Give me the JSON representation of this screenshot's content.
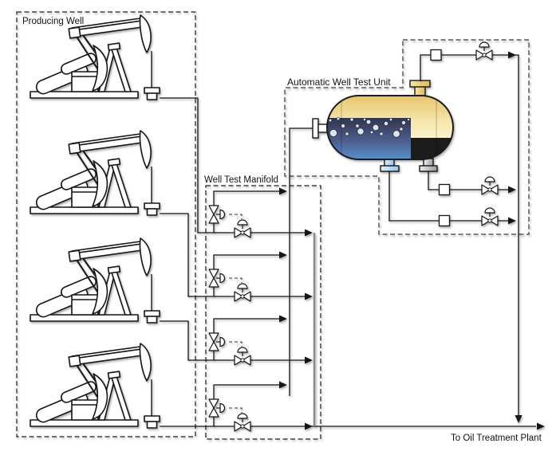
{
  "labels": {
    "producing_well": "Producing Well",
    "well_test_manifold": "Well Test Manifold",
    "automatic_well_test_unit": "Automatic Well Test Unit",
    "to_oil_treatment_plant": "To Oil Treatment Plant"
  },
  "colors": {
    "line": "#131313",
    "production_header": "#8a8a8a",
    "box_dash": "#1a1a1a",
    "awtu_dash": "#5a5a5a",
    "signal_dash": "#333333",
    "vessel_gas_top": "#e7c46a",
    "vessel_gas_mid": "#f7e7ae",
    "vessel_gas_bottom": "#fffdf4",
    "liquid_top": "#33344f",
    "liquid_mid": "#4a5a88",
    "liquid_bottom": "#5d9bd9",
    "oil_section": "#1d1d1d",
    "gas_nozzle": "#e2b955",
    "water_nozzle": "#8fc3ee",
    "oil_nozzle": "#9a9a9a",
    "symbol_fill": "#ffffff"
  },
  "wells": [
    {
      "id": 1
    },
    {
      "id": 2
    },
    {
      "id": 3
    },
    {
      "id": 4
    }
  ],
  "manifold": {
    "branch_count": 4,
    "branches": [
      {
        "well": 1,
        "valves": [
          "manual-isolation-valve",
          "actuated-production-valve"
        ],
        "signal_link": true
      },
      {
        "well": 2,
        "valves": [
          "manual-isolation-valve",
          "actuated-production-valve"
        ],
        "signal_link": true
      },
      {
        "well": 3,
        "valves": [
          "manual-isolation-valve",
          "actuated-production-valve"
        ],
        "signal_link": true
      },
      {
        "well": 4,
        "valves": [
          "manual-isolation-valve",
          "actuated-production-valve"
        ],
        "signal_link": true
      }
    ]
  },
  "separator": {
    "type": "horizontal-test-separator",
    "bubble_count": 19,
    "nozzles": [
      "inlet",
      "gas-outlet-top",
      "water-outlet-bottom",
      "oil-outlet-bottom"
    ]
  },
  "awtu": {
    "outlets": [
      {
        "name": "gas-outlet",
        "instruments": [
          "flow-meter",
          "control-valve"
        ]
      },
      {
        "name": "oil-outlet",
        "instruments": [
          "flow-meter",
          "control-valve"
        ]
      },
      {
        "name": "water-outlet",
        "instruments": [
          "flow-meter",
          "control-valve"
        ]
      }
    ]
  }
}
